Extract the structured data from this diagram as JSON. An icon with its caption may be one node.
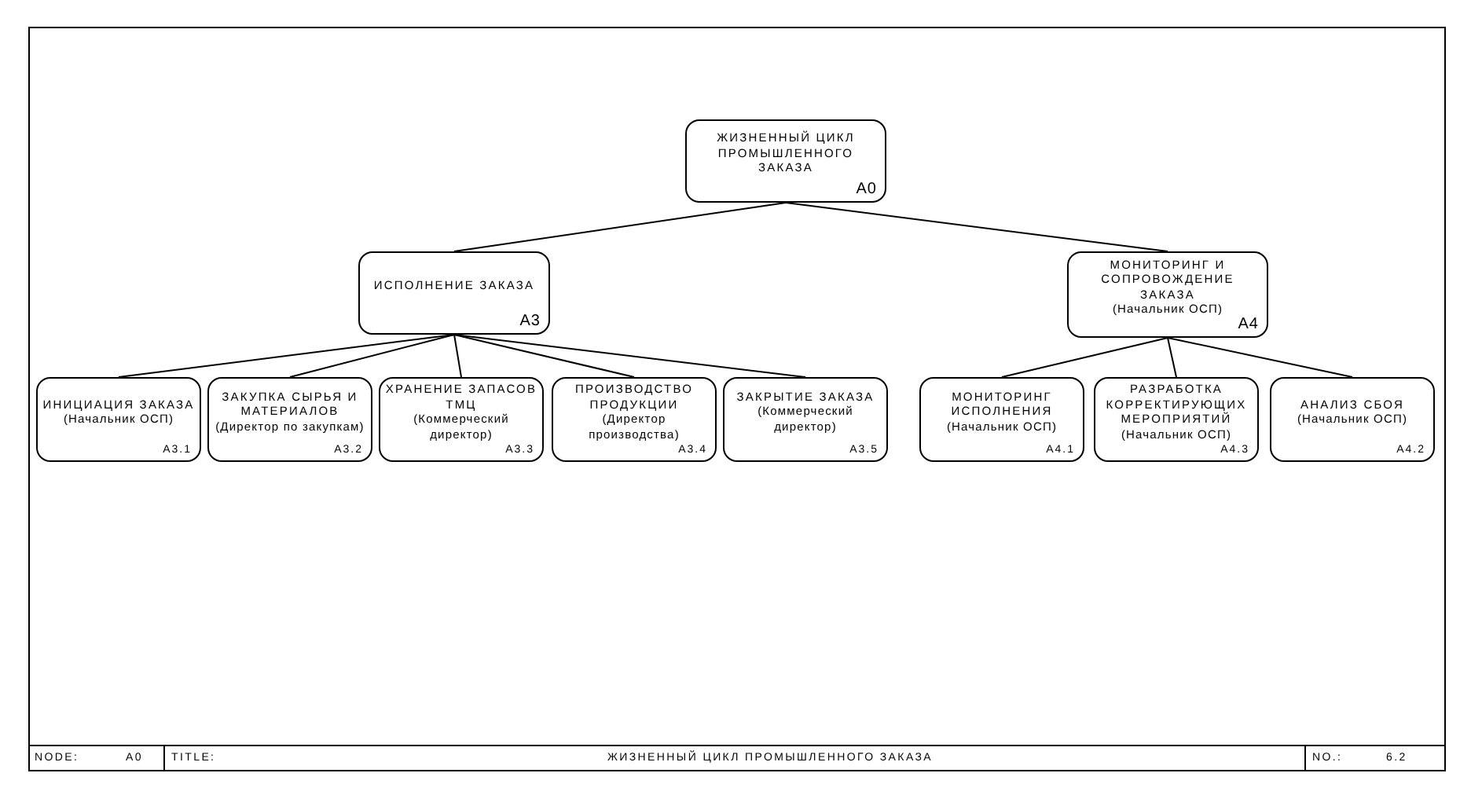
{
  "diagram": {
    "title": "ЖИЗНЕННЫЙ ЦИКЛ ПРОМЫШЛЕННОГО ЗАКАЗА",
    "nodes": [
      {
        "text": [
          "ЖИЗНЕННЫЙ ЦИКЛ ПРОМЫШЛЕННОГО ЗАКАЗА",
          "A0"
        ]
      },
      {
        "text": [
          "ИСПОЛНЕНИЕ ЗАКАЗА",
          "A3"
        ]
      },
      {
        "text": [
          "МОНИТОРИНГ И СОПРОВОЖДЕНИЕ ЗАКАЗА",
          "(Начальник ОСП)",
          "A4"
        ]
      },
      {
        "text": [
          "ИНИЦИАЦИЯ ЗАКАЗА",
          "(Начальник ОСП)",
          "A3.1"
        ]
      },
      {
        "text": [
          "ЗАКУПКА СЫРЬЯ И МАТЕРИАЛОВ",
          "(Директор по закупкам)",
          "A3.2"
        ]
      },
      {
        "text": [
          "ХРАНЕНИЕ ЗАПАСОВ ТМЦ",
          "(Коммерческий директор)",
          "A3.3"
        ]
      },
      {
        "text": [
          "ПРОИЗВОДСТВО ПРОДУКЦИИ",
          "(Директор производства)",
          "A3.4"
        ]
      },
      {
        "text": [
          "ЗАКРЫТИЕ ЗАКАЗА",
          "(Коммерческий директор)",
          "A3.5"
        ]
      },
      {
        "text": [
          "МОНИТОРИНГ ИСПОЛНЕНИЯ",
          "(Начальник ОСП)",
          "A4.1"
        ]
      },
      {
        "text": [
          "РАЗРАБОТКА КОРРЕКТИРУЮЩИХ МЕРОПРИЯТИЙ",
          "(Начальник ОСП)",
          "A4.3"
        ]
      },
      {
        "text": [
          "АНАЛИЗ СБОЯ",
          "(Начальник ОСП)",
          "A4.2"
        ]
      }
    ],
    "edges": [
      {
        "from": 0,
        "to": 1,
        "arrow": "none"
      },
      {
        "from": 0,
        "to": 2,
        "arrow": "none"
      },
      {
        "from": 1,
        "to": 3,
        "arrow": "none"
      },
      {
        "from": 1,
        "to": 4,
        "arrow": "none"
      },
      {
        "from": 1,
        "to": 5,
        "arrow": "none"
      },
      {
        "from": 1,
        "to": 6,
        "arrow": "none"
      },
      {
        "from": 1,
        "to": 7,
        "arrow": "none"
      },
      {
        "from": 2,
        "to": 8,
        "arrow": "none"
      },
      {
        "from": 2,
        "to": 9,
        "arrow": "none"
      },
      {
        "from": 2,
        "to": 10,
        "arrow": "none"
      }
    ],
    "labels": [
      "NODE:",
      "A0",
      "TITLE:",
      "NO.:",
      "6.2"
    ]
  }
}
